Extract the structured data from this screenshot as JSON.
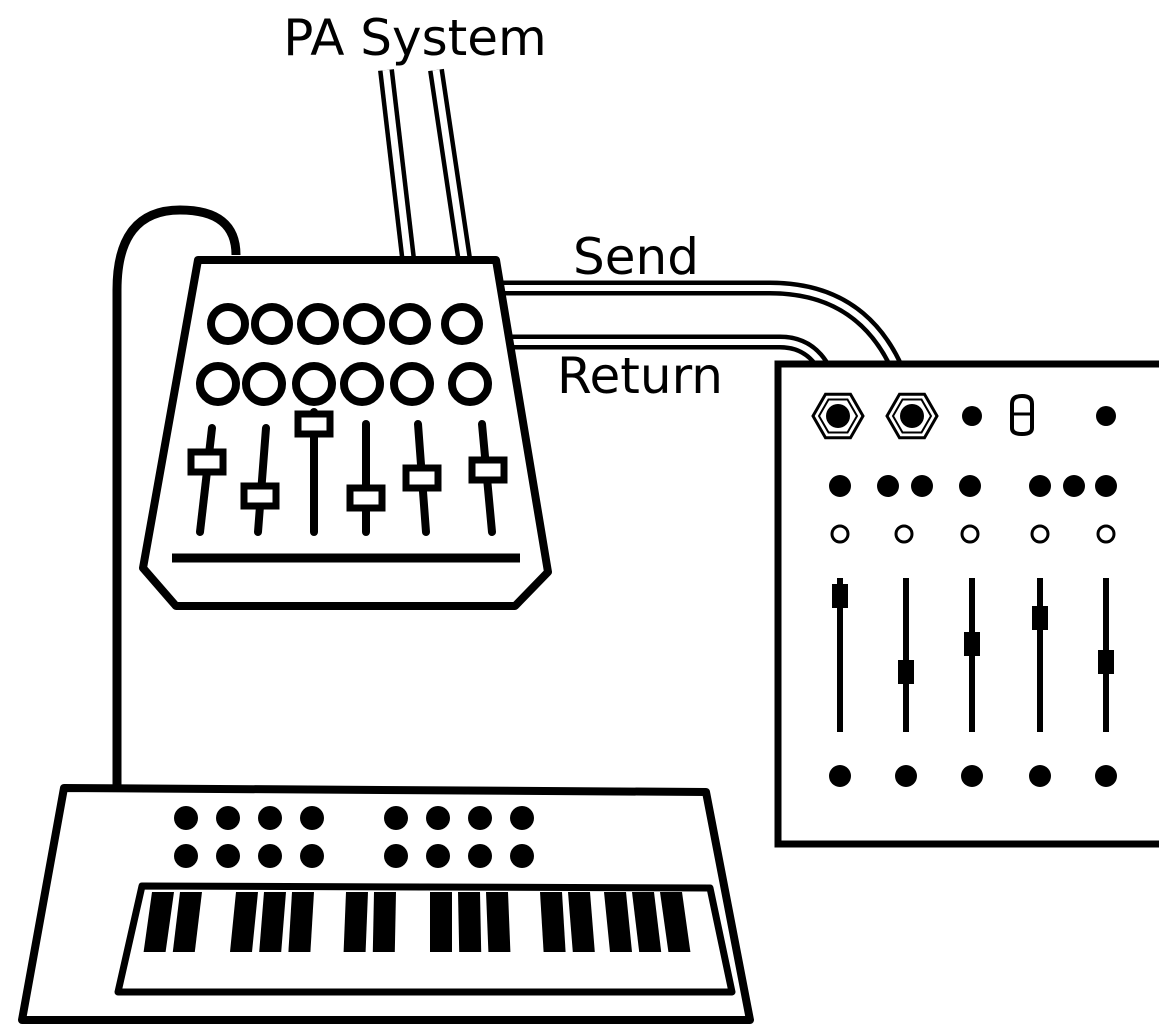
{
  "labels": {
    "pa_system": "PA System",
    "send": "Send",
    "return": "Return"
  },
  "colors": {
    "ink": "#000000",
    "paper": "#ffffff"
  }
}
